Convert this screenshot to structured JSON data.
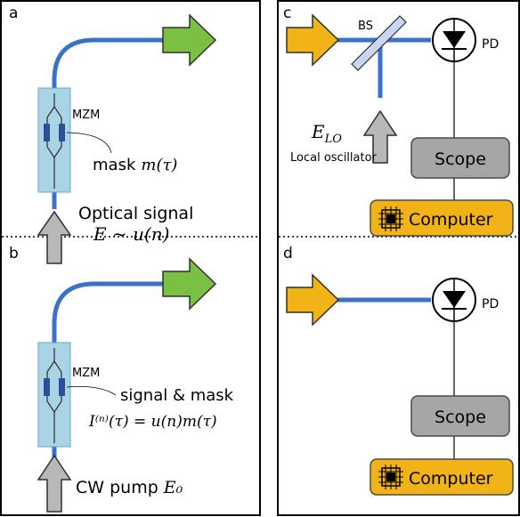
{
  "panels": {
    "a": {
      "letter": "a",
      "modulator_label": "MZM",
      "mask_text": "mask",
      "mask_math": "m(τ)",
      "input_label": "Optical signal",
      "input_math": "E ∼ u(n)"
    },
    "b": {
      "letter": "b",
      "modulator_label": "MZM",
      "annotation_label": "signal & mask",
      "annotation_math": "I⁽ⁿ⁾(τ) = u(n)m(τ)",
      "input_label": "CW pump",
      "input_math": "E₀"
    },
    "c": {
      "letter": "c",
      "splitter_label": "BS",
      "detector_label": "PD",
      "lo_math": "E_LO",
      "lo_label": "Local oscillator",
      "scope_label": "Scope",
      "computer_label": "Computer"
    },
    "d": {
      "letter": "d",
      "detector_label": "PD",
      "scope_label": "Scope",
      "computer_label": "Computer"
    }
  },
  "colors": {
    "fiber": "#3a72c8",
    "output_arrow": "#7ac143",
    "input_arrow": "#f2b316",
    "pump_arrow": "#b8b8b8",
    "modulator_box": "#a8d4e6",
    "scope_box": "#a6a6a6",
    "computer_box": "#f2b316",
    "splitter": "#c8d6f0"
  }
}
